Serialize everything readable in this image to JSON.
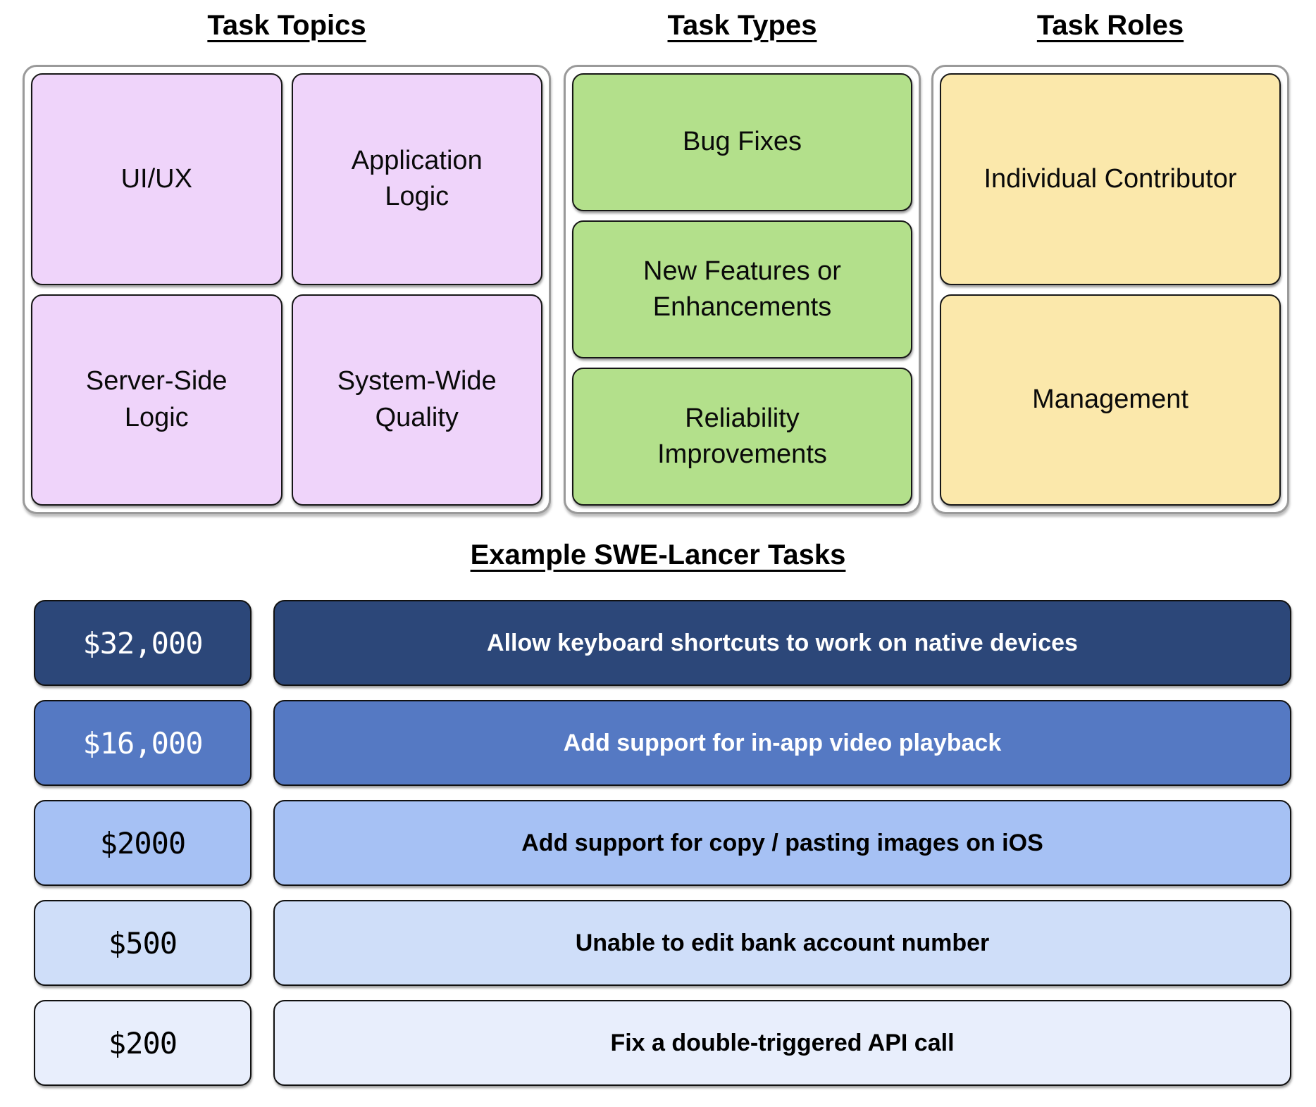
{
  "sections": [
    {
      "title": "Task Topics",
      "fill": "#efd4fa",
      "items": [
        "UI/UX",
        "Application Logic",
        "Server-Side Logic",
        "System-Wide Quality"
      ]
    },
    {
      "title": "Task Types",
      "fill": "#b3e08b",
      "items": [
        "Bug Fixes",
        "New Features or Enhancements",
        "Reliability Improvements"
      ]
    },
    {
      "title": "Task Roles",
      "fill": "#fbe8ab",
      "items": [
        "Individual Contributor",
        "Management"
      ]
    }
  ],
  "examples": {
    "title": "Example SWE-Lancer Tasks",
    "rows": [
      {
        "price": "$32,000",
        "task": "Allow keyboard shortcuts to work on native devices",
        "bg": "#2c4779",
        "fg": "#ffffff"
      },
      {
        "price": "$16,000",
        "task": "Add support for in-app video playback",
        "bg": "#5579c3",
        "fg": "#ffffff"
      },
      {
        "price": "$2000",
        "task": "Add support for copy / pasting images on iOS",
        "bg": "#a6c1f4",
        "fg": "#000000"
      },
      {
        "price": "$500",
        "task": "Unable to edit bank account number",
        "bg": "#cfdef9",
        "fg": "#000000"
      },
      {
        "price": "$200",
        "task": "Fix a double-triggered API call",
        "bg": "#e8eefc",
        "fg": "#000000"
      }
    ]
  }
}
